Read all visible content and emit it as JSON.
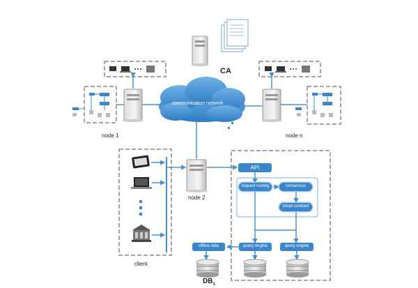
{
  "labels": {
    "ca": "CA",
    "communication_network": "communication network",
    "node1": "node  1",
    "noden": "node  n",
    "node2": "node  2",
    "client": "client",
    "db": "DB",
    "db_sub": "1"
  },
  "components": {
    "api": "API",
    "request_routing": "request routing",
    "consensus": "consensus",
    "smart_contract": "smart contract",
    "offline_data": "offline data",
    "query_engine_1": "query engine",
    "query_engine_2": "query engine"
  },
  "colors": {
    "accent": "#3a86c8",
    "line": "#4a8fcb",
    "dashed_border": "#888888"
  }
}
